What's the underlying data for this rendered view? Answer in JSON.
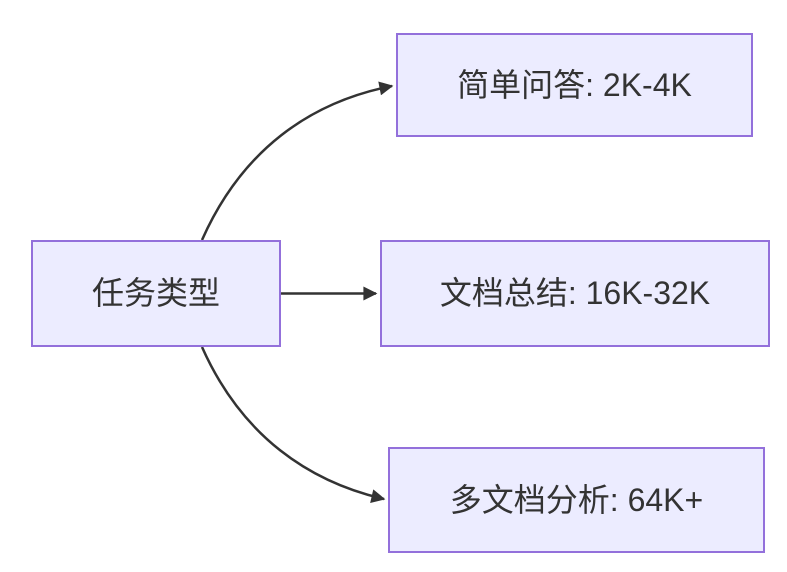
{
  "diagram": {
    "root": {
      "label": "任务类型"
    },
    "children": [
      {
        "label": "简单问答: 2K-4K"
      },
      {
        "label": "文档总结: 16K-32K"
      },
      {
        "label": "多文档分析: 64K+"
      }
    ],
    "edges": [
      {
        "from": "任务类型",
        "to": "简单问答: 2K-4K"
      },
      {
        "from": "任务类型",
        "to": "文档总结: 16K-32K"
      },
      {
        "from": "任务类型",
        "to": "多文档分析: 64K+"
      }
    ],
    "colors": {
      "node_fill": "#ECECFF",
      "node_border": "#9370DB",
      "edge": "#333333",
      "text": "#333333",
      "background": "#FFFFFF"
    }
  }
}
